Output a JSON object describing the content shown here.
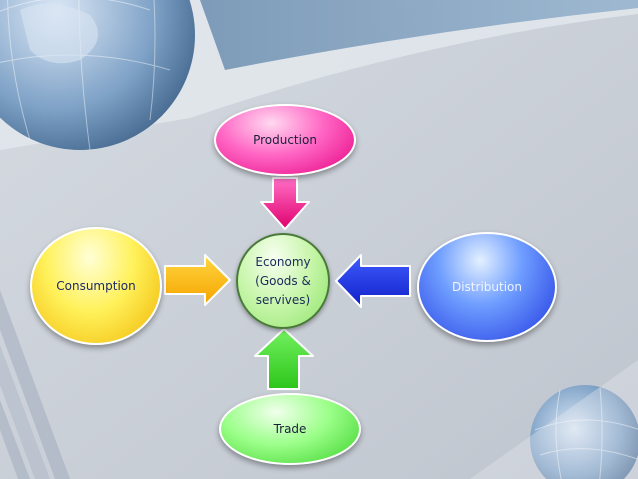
{
  "diagram": {
    "center": {
      "line1": "Economy",
      "line2": "(Goods &",
      "line3": "servives)"
    },
    "nodes": {
      "production": "Production",
      "consumption": "Consumption",
      "distribution": "Distribution",
      "trade": "Trade"
    }
  },
  "colors": {
    "production": "#ff3fb0",
    "consumption": "#ffdf2e",
    "distribution": "#2b4cf5",
    "trade": "#5ee84a",
    "economy": "#b5f090"
  }
}
